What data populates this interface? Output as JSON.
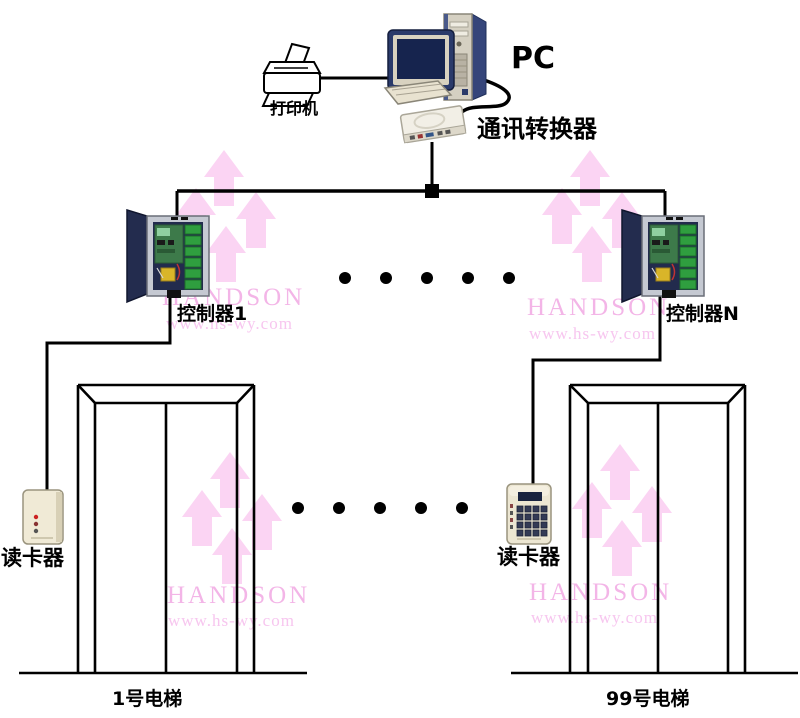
{
  "diagram": {
    "pc_label": "PC",
    "printer_label": "打印机",
    "converter_label": "通讯转换器",
    "controller1_label": "控制器1",
    "controllerN_label": "控制器N",
    "reader_left_label": "读卡器",
    "reader_right_label": "读卡器",
    "elevator_left_label": "1号电梯",
    "elevator_right_label": "99号电梯"
  },
  "watermark": {
    "brand": "HANDSON",
    "url": "www.hs-wy.com"
  },
  "ellipsis": {
    "rows": 2,
    "dots_per_row": 5
  },
  "colors": {
    "line": "#000000",
    "watermark_arrow": "#fbd4f3",
    "watermark_brand_text": "#f3b5e7",
    "watermark_url_text": "#f7c6ef",
    "device_beige": "#ece6d2",
    "controller_navy": "#222b4d",
    "terminal_green": "#2f9e3f"
  }
}
